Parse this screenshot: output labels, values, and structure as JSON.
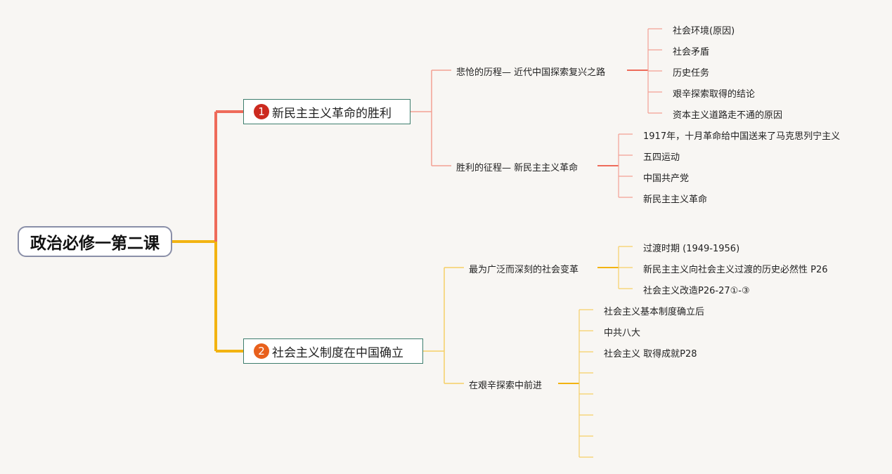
{
  "root": {
    "label": "政治必修一第二课"
  },
  "branches": [
    {
      "badge": "1",
      "label": "新民主主义革命的胜利",
      "color": "#ee6b5a",
      "badge_color": "#cc2a1f",
      "topics": [
        {
          "label": "悲怆的历程— 近代中国探索复兴之路",
          "items": [
            "社会环境(原因)",
            "社会矛盾",
            "历史任务",
            "艰辛探索取得的结论",
            "资本主义道路走不通的原因"
          ]
        },
        {
          "label": "胜利的征程— 新民主主义革命",
          "items": [
            "1917年，十月革命给中国送来了马克思列宁主义",
            "五四运动",
            "中国共产党",
            "新民主主义革命"
          ]
        }
      ]
    },
    {
      "badge": "2",
      "label": "社会主义制度在中国确立",
      "color": "#f2b311",
      "badge_color": "#e8601c",
      "topics": [
        {
          "label": "最为广泛而深刻的社会变革",
          "items": [
            "过渡时期 (1949-1956)",
            "新民主主义向社会主义过渡的历史必然性 P26",
            "社会主义改造P26-27①-③"
          ]
        },
        {
          "label": "在艰辛探索中前进",
          "items": [
            "社会主义基本制度确立后",
            "中共八大",
            "社会主义 取得成就P28",
            "",
            "",
            "",
            "",
            ""
          ]
        }
      ]
    }
  ]
}
